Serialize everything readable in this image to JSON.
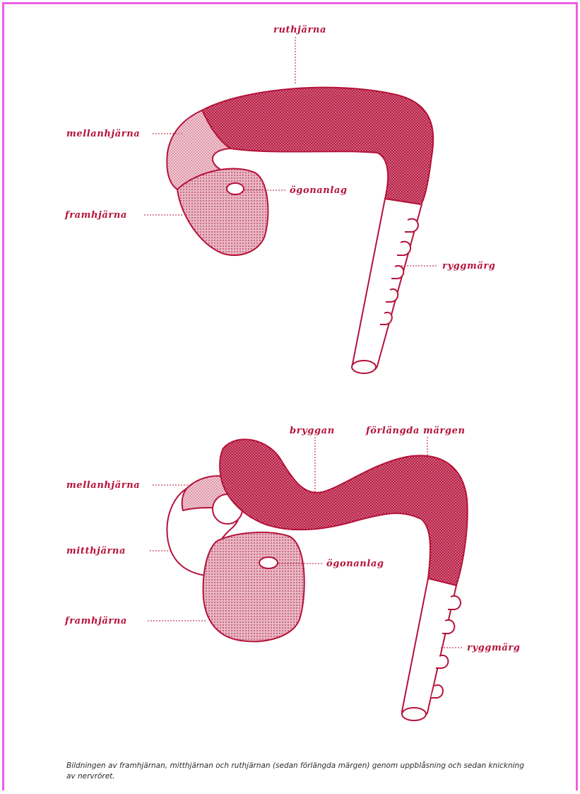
{
  "colors": {
    "dark_fill": "#b81f45",
    "light_fill": "#e8b9c4",
    "outline": "#b5123a",
    "border": "#ea5fe6"
  },
  "diagram_top": {
    "labels": {
      "ruthjarna": "ruthjärna",
      "mellanhjarna": "mellanhjärna",
      "framhjarna": "framhjärna",
      "ogonanlag": "ögonanlag",
      "ryggmarg": "ryggmärg"
    }
  },
  "diagram_bottom": {
    "labels": {
      "bryggan": "bryggan",
      "forlangda_margen": "förlängda märgen",
      "mellanhjarna": "mellanhjärna",
      "mitthjarna": "mitthjärna",
      "ogonanlag": "ögonanlag",
      "framhjarna": "framhjärna",
      "ryggmarg": "ryggmärg"
    }
  },
  "caption": "Bildningen av framhjärnan, mitthjärnan och ruthjärnan (sedan förlängda märgen) genom uppblåsning och sedan knickning av nervröret."
}
